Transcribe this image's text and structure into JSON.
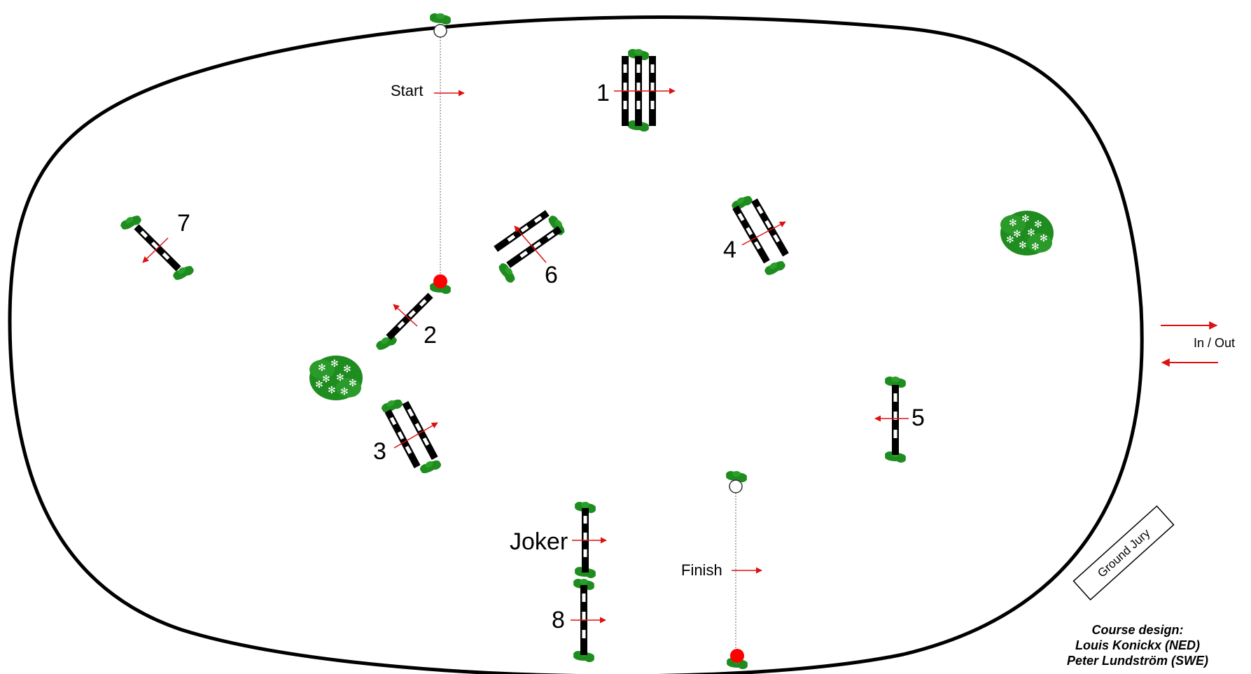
{
  "start_label": "Start",
  "finish_label": "Finish",
  "in_out_label": "In / Out",
  "ground_jury_label": "Ground Jury",
  "credits": {
    "line1": "Course design:",
    "line2": "Louis Konickx (NED)",
    "line3": "Peter Lundström (SWE)"
  },
  "obstacles": {
    "o1": "1",
    "o2": "2",
    "o3": "3",
    "o4": "4",
    "o5": "5",
    "o6": "6",
    "o7": "7",
    "o8": "8",
    "joker": "Joker"
  },
  "colors": {
    "arena_border": "#000000",
    "arrow": "#e01010",
    "foliage": "#1e8c1e",
    "flag_red": "#ff0000"
  }
}
